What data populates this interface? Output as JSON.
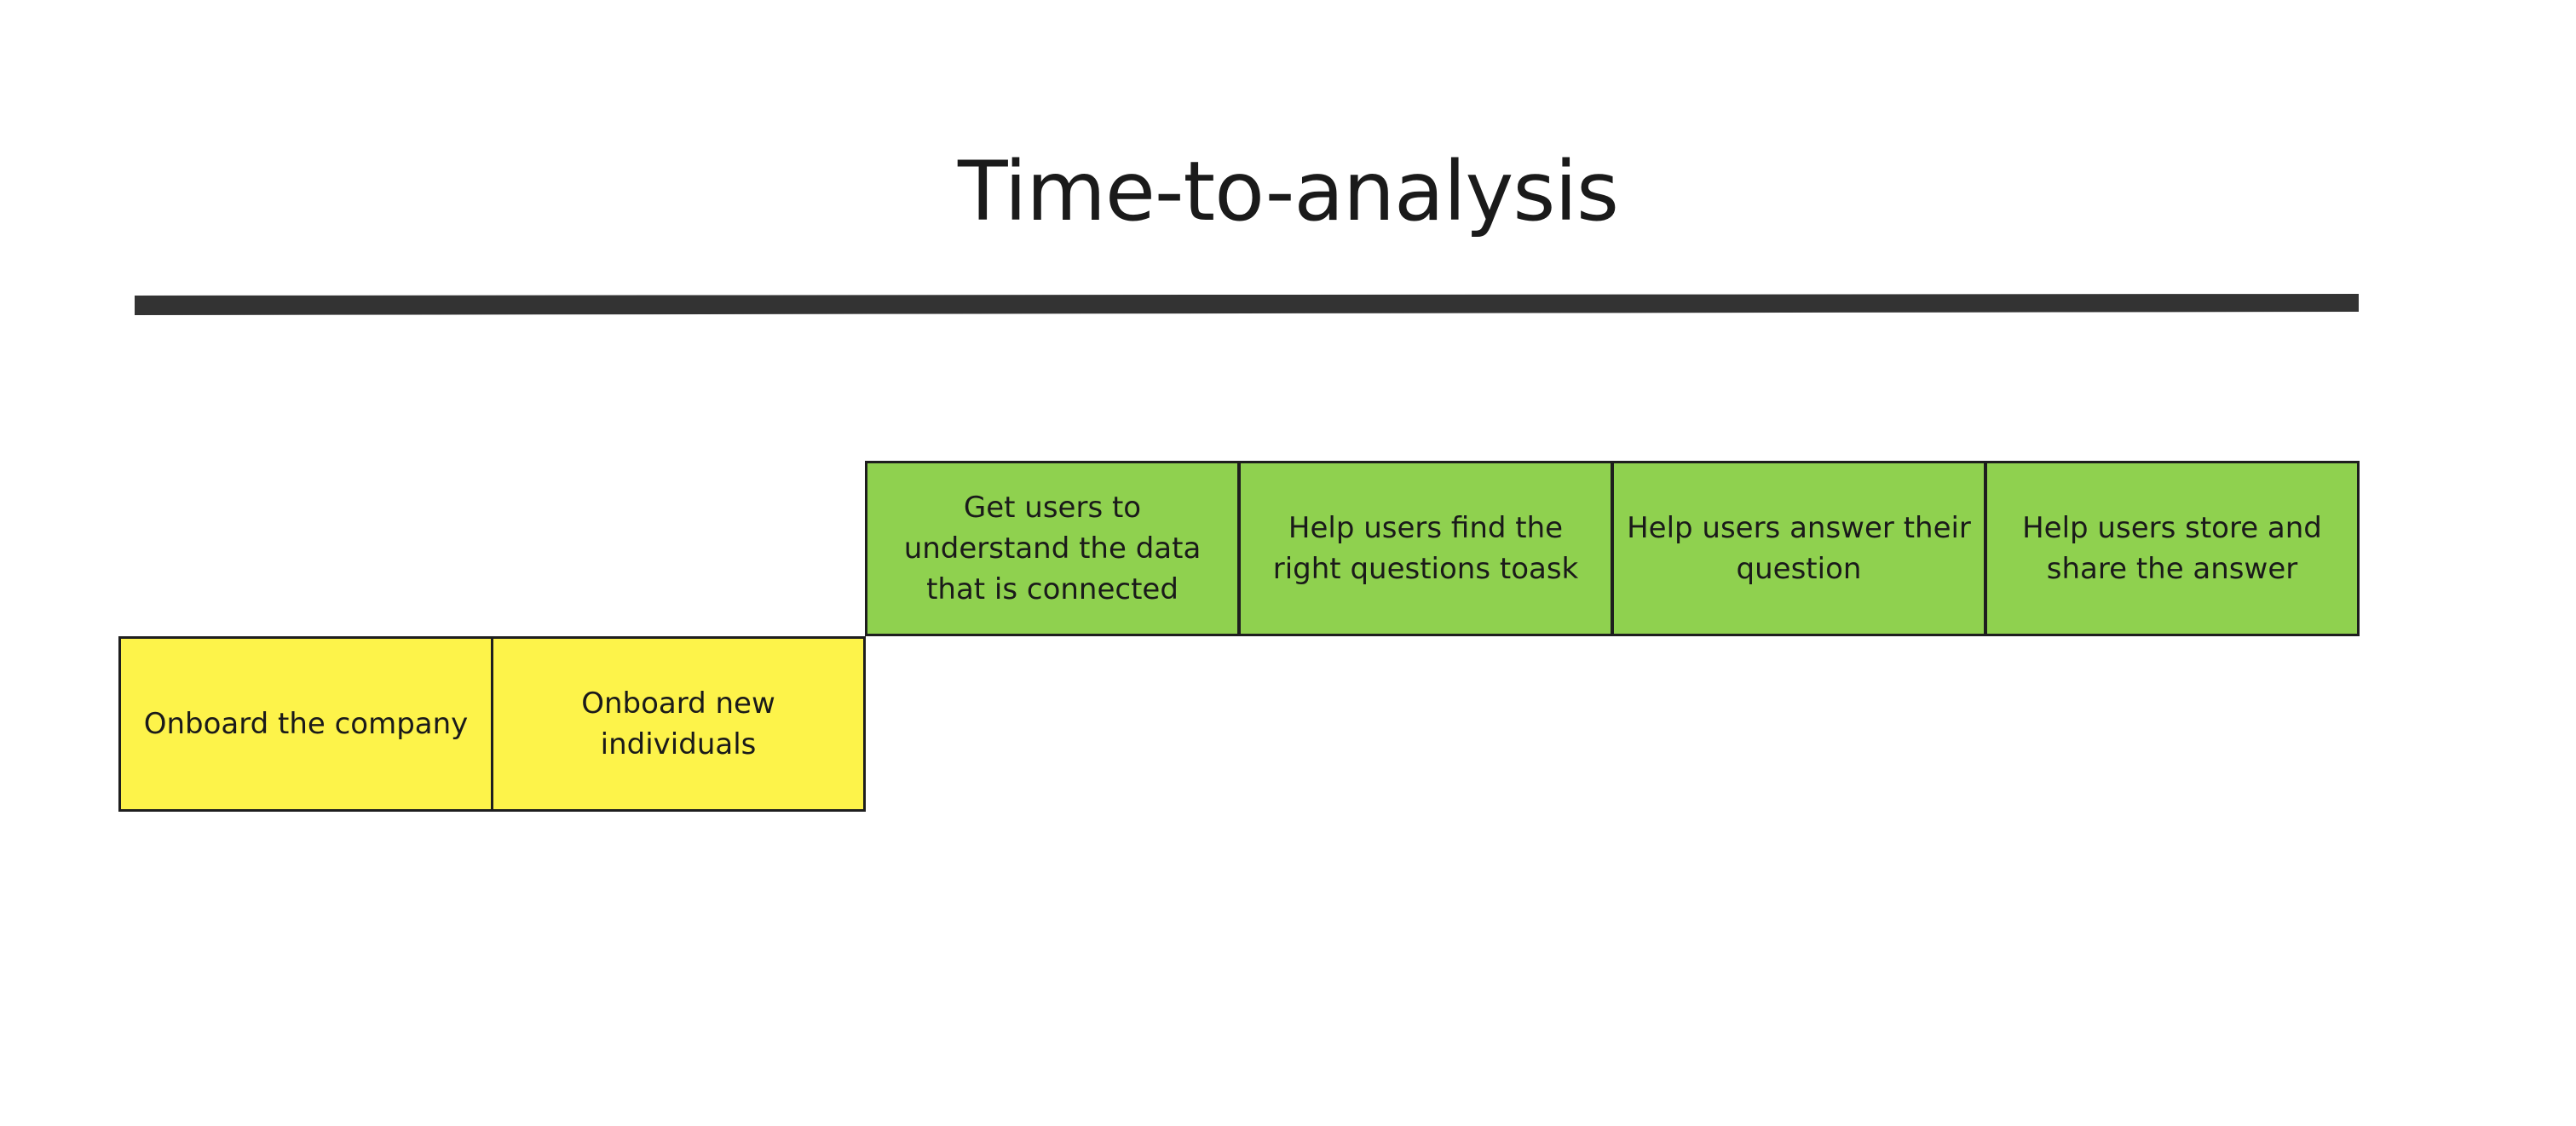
{
  "title": "Time-to-analysis",
  "colors": {
    "yellow": "#fdf34a",
    "green": "#8fd14f",
    "border": "#1e1e1e",
    "bar": "#333333"
  },
  "stages": {
    "yellow": [
      {
        "label": "Onboard the company"
      },
      {
        "label": "Onboard new individuals"
      }
    ],
    "green": [
      {
        "label": "Get users to understand the data that is connected"
      },
      {
        "label": "Help users find the right questions toask"
      },
      {
        "label": "Help users answer their question"
      },
      {
        "label": "Help users store and share the answer"
      }
    ]
  }
}
